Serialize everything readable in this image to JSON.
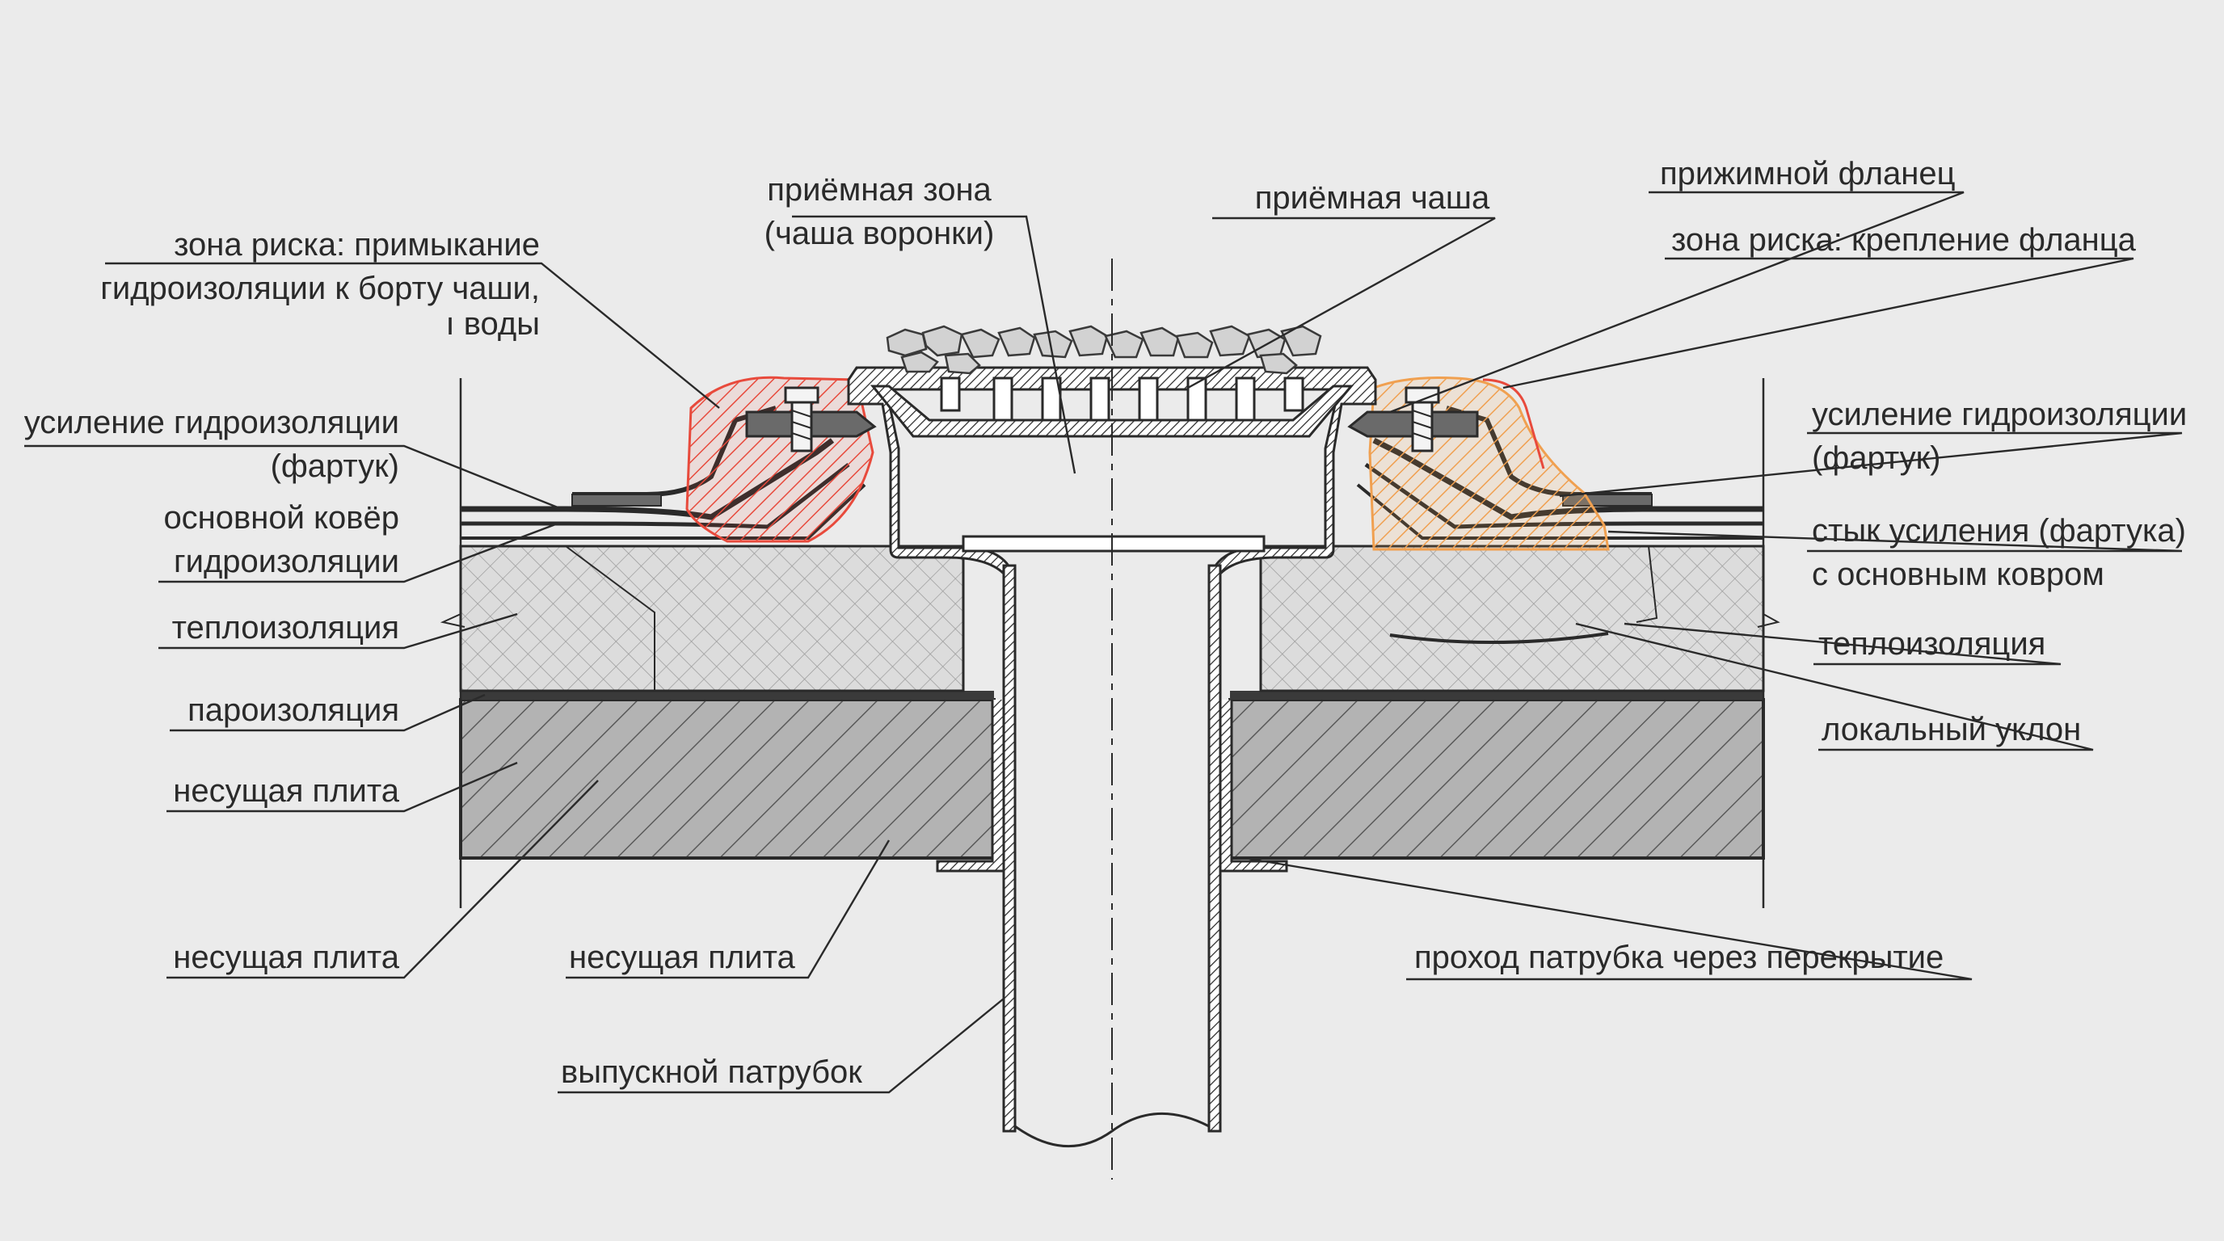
{
  "labels": {
    "risk_zone_bowl": [
      "зона риска: примыкание",
      "гидроизоляции к борту чаши,",
      "ı воды"
    ],
    "reception_zone": [
      "приёмная зона",
      "(чаша воронки)"
    ],
    "reception_bowl": "приёмная чаша",
    "clamp_flange": "прижимной фланец",
    "risk_zone_flange": "зона риска: крепление фланца",
    "reinforcement_left": [
      "усиление гидроизоляции",
      "(фартук)"
    ],
    "reinforcement_right": [
      "усиление гидроизоляции",
      "(фартук)"
    ],
    "main_carpet": [
      "основной ковёр",
      "гидроизоляции"
    ],
    "joint": [
      "стык усиления (фартука)",
      "с основным ковром"
    ],
    "insulation_left": "теплоизоляция",
    "insulation_right": "теплоизоляция",
    "vapor_barrier": "пароизоляция",
    "slab_upper_left": "несущая плита",
    "slab_lower_left": "несущая плита",
    "slab_middle": "несущая плита",
    "local_slope": "локальный уклон",
    "pipe_passage": "проход патрубка через перекрытие",
    "outlet_pipe": "выпускной патрубок"
  },
  "colors": {
    "background": "#ebebeb",
    "ink": "#2a2a2a",
    "risk_red": "#e84a3c",
    "risk_orange": "#f0a050",
    "insulation_fill": "#dedede",
    "slab_fill": "#b4b4b4",
    "gravel_fill": "#d0d0d0"
  }
}
